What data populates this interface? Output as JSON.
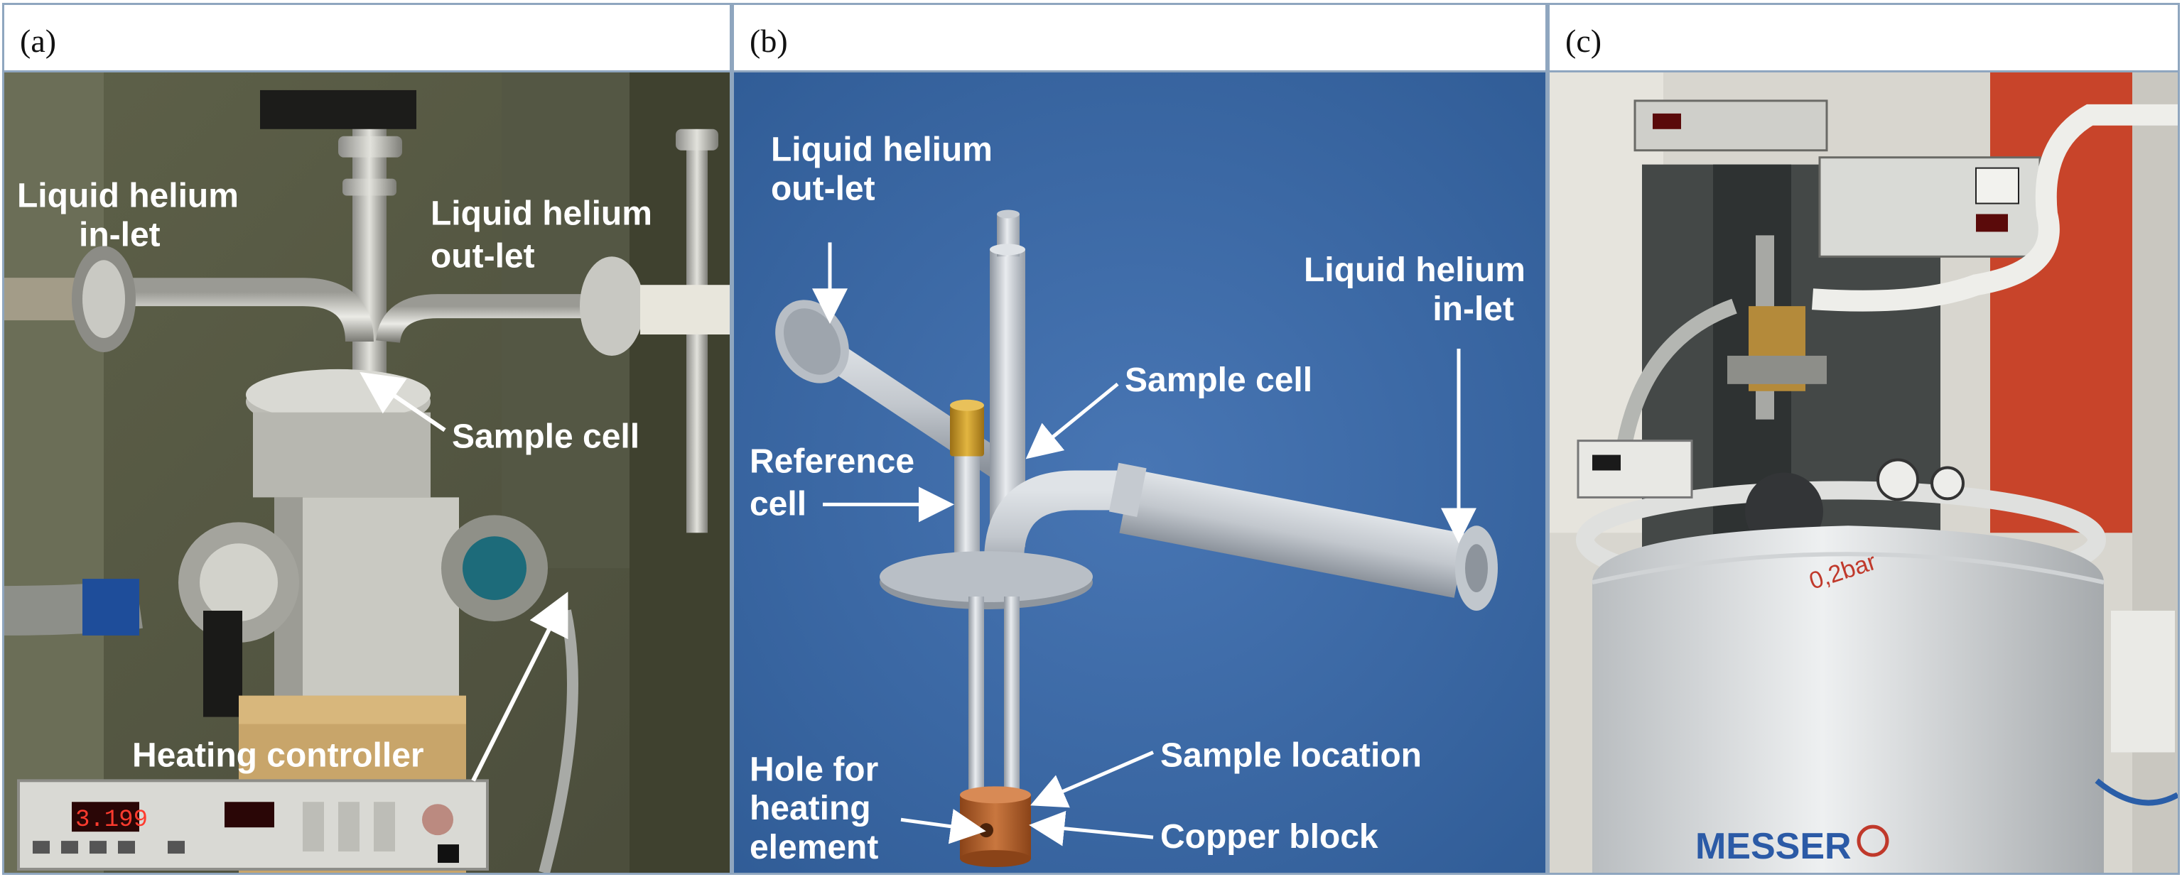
{
  "panels": [
    {
      "letter": "(a)",
      "labels": {
        "inlet_line1": "Liquid helium",
        "inlet_line2": "in-let",
        "outlet_line1": "Liquid helium",
        "outlet_line2": "out-let",
        "sample_cell": "Sample cell",
        "heating_controller": "Heating controller"
      },
      "display_reading": "3.199"
    },
    {
      "letter": "(b)",
      "labels": {
        "outlet_line1": "Liquid helium",
        "outlet_line2": "out-let",
        "inlet_line1": "Liquid helium",
        "inlet_line2": "in-let",
        "sample_cell": "Sample cell",
        "reference_line1": "Reference",
        "reference_line2": "cell",
        "sample_location": "Sample location",
        "hole_line1": "Hole for",
        "hole_line2": "heating",
        "hole_line3": "element",
        "copper_block": "Copper block"
      }
    },
    {
      "letter": "(c)",
      "dewar_brand": "MESSER",
      "dewar_marking": "0,2bar"
    }
  ],
  "colors": {
    "panel_border": "#8fa6bf",
    "diagram_background": "#3a67a4",
    "copper": "#b8652e",
    "brass": "#c99a2e"
  }
}
